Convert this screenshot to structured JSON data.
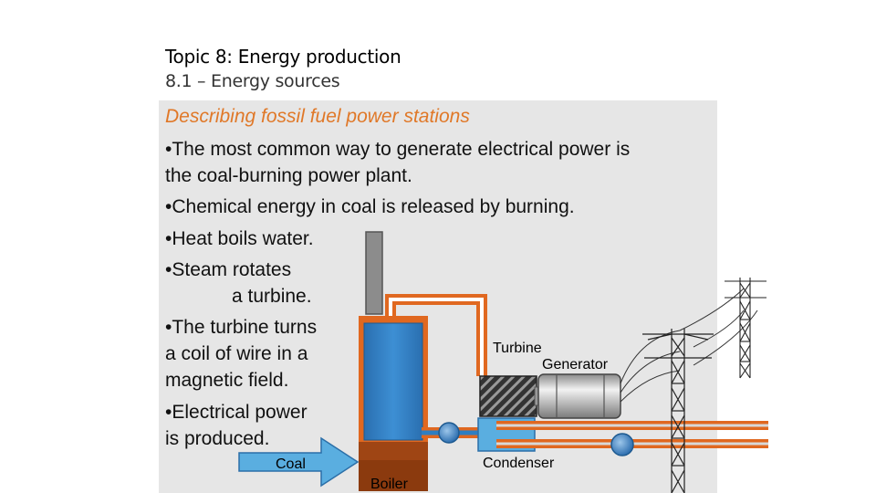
{
  "slide": {
    "topic": "Topic 8: Energy production",
    "subtopic": "8.1 – Energy sources",
    "heading": "Describing fossil fuel power stations",
    "lines": [
      "•The most common way to generate electrical power is",
      "the coal-burning power plant.",
      "•Chemical energy in coal is released by burning.",
      "•Heat boils water.",
      "•Steam rotates",
      "a turbine.",
      "•The turbine turns",
      "a coil of wire in a",
      "magnetic field.",
      "•Electrical power",
      "is produced."
    ]
  },
  "diagram": {
    "labels": {
      "coal": "Coal",
      "boiler": "Boiler",
      "turbine": "Turbine",
      "generator": "Generator",
      "condenser": "Condenser"
    },
    "colors": {
      "water": "#2e7ec2",
      "pipe": "#e06820",
      "furnace": "#8b3a0e",
      "coal_arrow": "#5aaee0"
    }
  }
}
